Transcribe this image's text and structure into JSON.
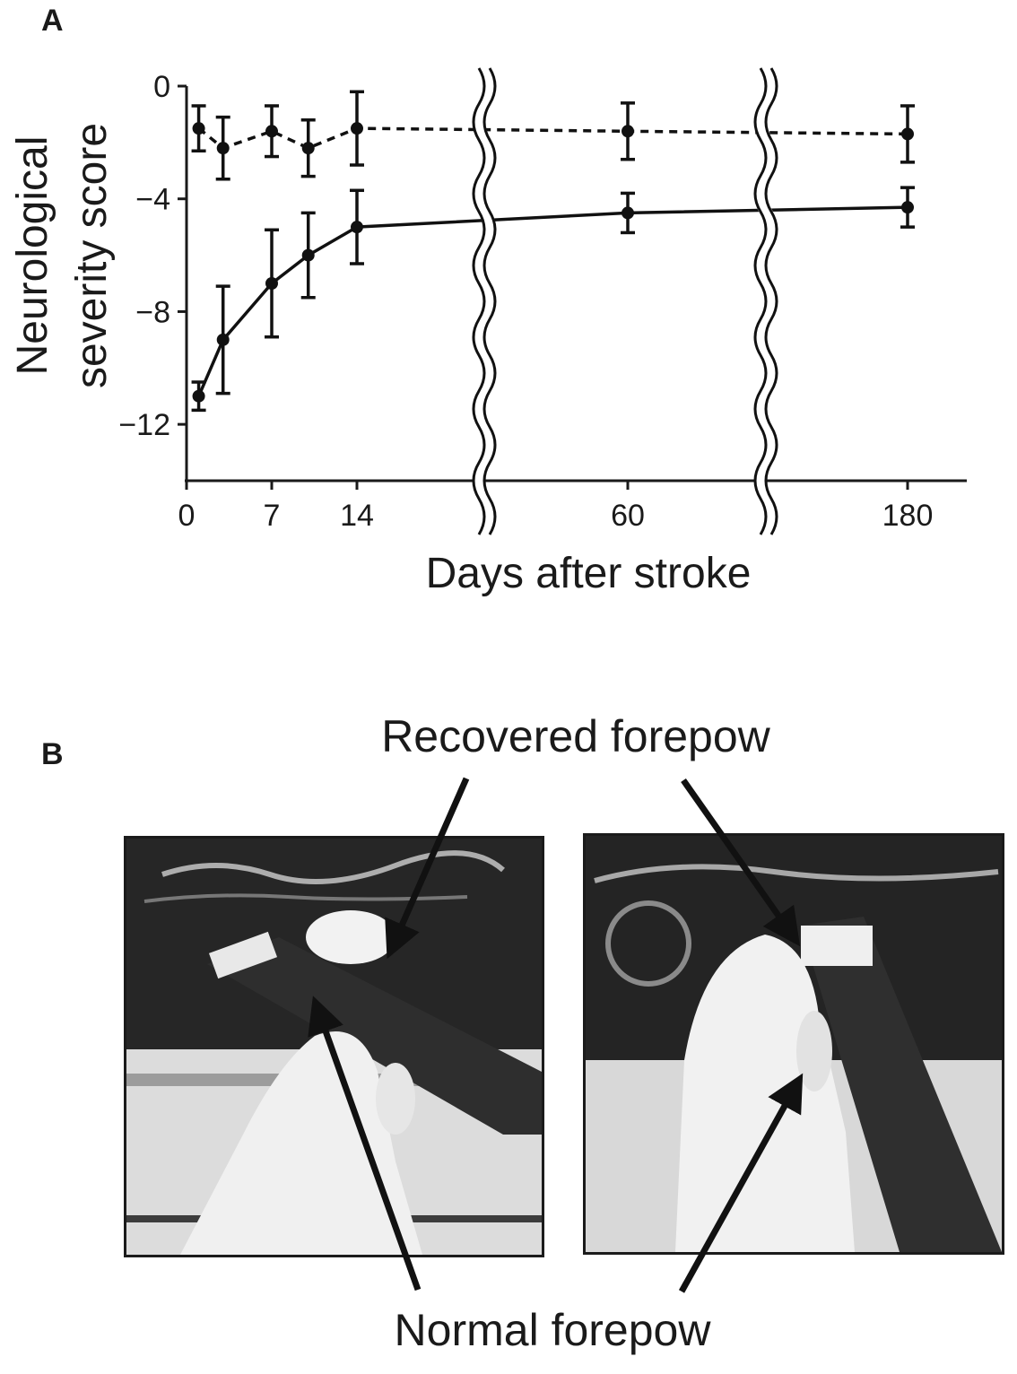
{
  "panels": {
    "a": "A",
    "b": "B"
  },
  "chart_data": {
    "type": "line",
    "xlabel": "Days after stroke",
    "ylabel": "Neurological severity score",
    "ylabel_lines": [
      "Neurological",
      "severity score"
    ],
    "x_ticks": [
      "0",
      "7",
      "14",
      "60",
      "180"
    ],
    "y_ticks": [
      "0",
      "−4",
      "−8",
      "−12"
    ],
    "ylim": [
      -14,
      0
    ],
    "axis_breaks": "between 14 and 60; between 60 and 180",
    "grid": false,
    "series": [
      {
        "style": "dashed",
        "x": [
          1,
          3,
          7,
          10,
          14,
          60,
          180
        ],
        "y": [
          -1.5,
          -2.2,
          -1.6,
          -2.2,
          -1.5,
          -1.6,
          -1.7
        ],
        "err": [
          0.8,
          1.1,
          0.9,
          1.0,
          1.3,
          1.0,
          1.0
        ]
      },
      {
        "style": "solid",
        "x": [
          1,
          3,
          7,
          10,
          14,
          60,
          180
        ],
        "y": [
          -11.0,
          -9.0,
          -7.0,
          -6.0,
          -5.0,
          -4.5,
          -4.3
        ],
        "err": [
          0.5,
          1.9,
          1.9,
          1.5,
          1.3,
          0.7,
          0.7
        ]
      }
    ]
  },
  "figure_b": {
    "top_label": "Recovered forepow",
    "bottom_label": "Normal forepow"
  }
}
